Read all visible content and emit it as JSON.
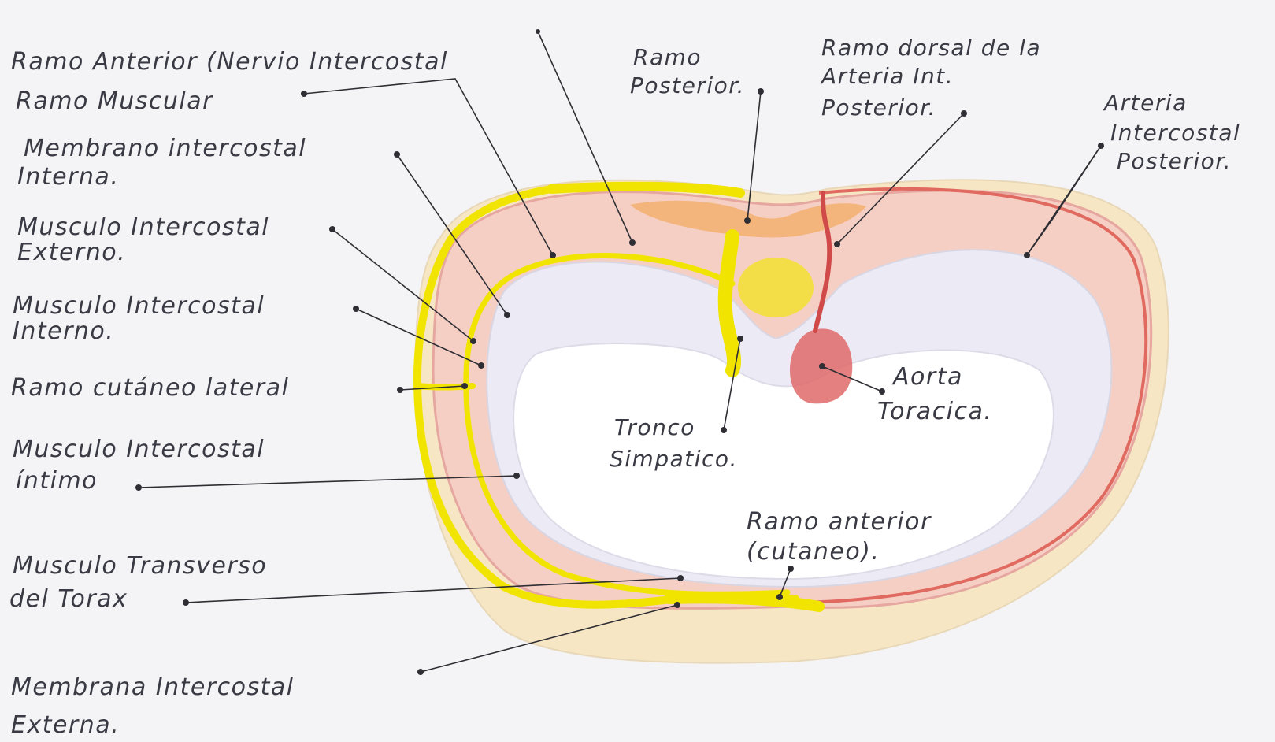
{
  "labels": {
    "ramo_anterior_nervio": "Ramo Anterior (Nervio Intercostal",
    "ramo_muscular": "Ramo Muscular",
    "membrana_int_interna_1": "Membrano intercostal",
    "membrana_int_interna_2": "Interna.",
    "musculo_ext_1": "Musculo Intercostal",
    "musculo_ext_2": "Externo.",
    "musculo_int_1": "Musculo Intercostal",
    "musculo_int_2": "Interno.",
    "ramo_cutaneo_lateral": "Ramo cutáneo lateral",
    "musculo_intimo_1": "Musculo Intercostal",
    "musculo_intimo_2": "íntimo",
    "musculo_transverso_1": "Musculo Transverso",
    "musculo_transverso_2": "del Torax",
    "membrana_externa_1": "Membrana Intercostal",
    "membrana_externa_2": "Externa.",
    "ramo_posterior_1": "Ramo",
    "ramo_posterior_2": "Posterior.",
    "ramo_dorsal_1": "Ramo dorsal de la",
    "ramo_dorsal_2": "Arteria Int.",
    "ramo_dorsal_3": "Posterior.",
    "arteria_1": "Arteria",
    "arteria_2": "Intercostal",
    "arteria_3": "Posterior.",
    "aorta_1": "Aorta",
    "aorta_2": "Toracica.",
    "tronco_1": "Tronco",
    "tronco_2": "Simpatico.",
    "ramo_anterior_cut_1": "Ramo anterior",
    "ramo_anterior_cut_2": "(cutaneo)."
  },
  "colors": {
    "paper": "#f4f4f6",
    "nerve_yellow": "#f0e400",
    "muscle_red": "#e0a0a0",
    "artery_red": "#d04a4a",
    "outer_skin": "#f6e6c4",
    "lung_lavender": "#e4e2f0",
    "vertebra_orange": "#f2b070",
    "ink": "#2e2e34"
  }
}
